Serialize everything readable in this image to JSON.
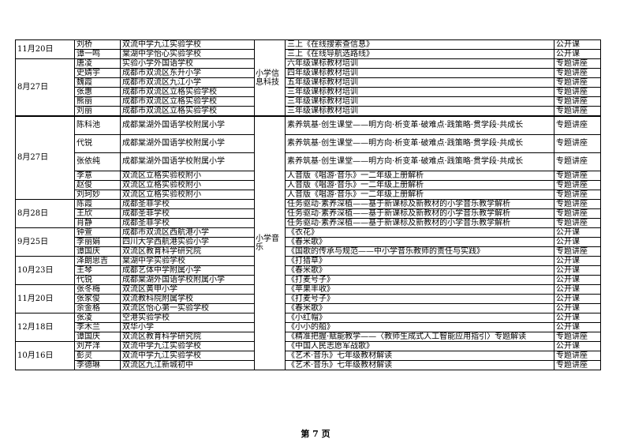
{
  "subjects": {
    "it": "小学信息科技",
    "music": "小学音乐"
  },
  "groups": [
    {
      "date": "11月20日",
      "subject_key": "it",
      "subject_start": true,
      "rows": [
        {
          "name": "刘桥",
          "school": "双流中学九江实验学校",
          "content": "三上《在线搜索查信息》",
          "type": "公开课"
        },
        {
          "name": "谭一鸣",
          "school": "棠湖中学怡心实验学校",
          "content": "三上《在线导航选路线》",
          "type": "公开课"
        }
      ]
    },
    {
      "date": "8月27日",
      "subject_key": "it",
      "rows": [
        {
          "name": "唐凌",
          "school": "实验小学外国语学校",
          "content": "六年级课标教材培训",
          "type": "专题讲座"
        },
        {
          "name": "史婧宇",
          "school": "成都市双流区东升小学",
          "content": "四年级课标教材培训",
          "type": "专题讲座"
        },
        {
          "name": "魏霞",
          "school": "成都市双流区九江小学",
          "content": "五年级课标教材培训",
          "type": "专题讲座"
        },
        {
          "name": "张惠",
          "school": "成都市双流区立格实验学校",
          "content": "三年级课标教材培训",
          "type": "专题讲座"
        },
        {
          "name": "熊丽",
          "school": "成都市双流区立格实验学校",
          "content": "三年级课标教材培训",
          "type": "专题讲座"
        },
        {
          "name": "刘丽",
          "school": "成都市双流区立格实验学校",
          "content": "三年级课标教材培训",
          "type": "专题讲座"
        }
      ]
    },
    {
      "date": "8月27日",
      "subject_key": "music",
      "subject_start": true,
      "thick": true,
      "rows": [
        {
          "name": "陈科池",
          "school": "成都棠湖外国语学校附属小学",
          "content": "素养筑基·创生课堂——明方向·析变革·破难点·践策略·贯学段·共成长",
          "type": "专题讲座",
          "tall": true
        },
        {
          "name": "代锐",
          "school": "成都棠湖外国语学校附属小学",
          "content": "素养筑基·创生课堂——明方向·析变革·破难点·践策略·贯学段·共成长",
          "type": "专题讲座",
          "tall": true
        },
        {
          "name": "张依纯",
          "school": "成都棠湖外国语学校附属小学",
          "content": "素养筑基·创生课堂——明方向·析变革·破难点·践策略·贯学段·共成长",
          "type": "专题讲座",
          "tall": true
        },
        {
          "name": "李意",
          "school": "双流区立格实验校附小",
          "content": "人音版《唱游·音乐》一二年级上册解析",
          "type": "专题讲座"
        },
        {
          "name": "赵俊",
          "school": "双流区立格实验校附小",
          "content": "人音版《唱游·音乐》一二年级上册解析",
          "type": "专题讲座"
        },
        {
          "name": "刘珂妙",
          "school": "双流区立格实验校附小",
          "content": "人音版《唱游·音乐》一二年级上册解析",
          "type": "专题讲座"
        }
      ]
    },
    {
      "date": "8月28日",
      "subject_key": "music",
      "rows": [
        {
          "name": "陈霞",
          "school": "成都圣菲学校",
          "content": "任务驱动·素养深植——基于新课标及新教材的小学音乐教学解析",
          "type": "专题讲座"
        },
        {
          "name": "王欣",
          "school": "成都圣菲学校",
          "content": "任务驱动·素养深植——基于新课标及新教材的小学音乐教学解析",
          "type": "专题讲座"
        },
        {
          "name": "肖静",
          "school": "成都圣菲学校",
          "content": "任务驱动·素养深植——基于新课标及新教材的小学音乐教学解析",
          "type": "专题讲座"
        }
      ]
    },
    {
      "date": "9月25日",
      "subject_key": "music",
      "rows": [
        {
          "name": "钟萱",
          "school": "成都市双流区西航港小学",
          "content": "《衣花》",
          "type": "公开课"
        },
        {
          "name": "李丽娟",
          "school": "四川大学西航港实验小学",
          "content": "《春米歌》",
          "type": "公开课"
        },
        {
          "name": "谭国庆",
          "school": "双流区教育科学研究院",
          "content": "《国歌的传承与规范——中小学音乐教师的责任与实践》",
          "type": "专题讲座"
        }
      ]
    },
    {
      "date": "10月23日",
      "subject_key": "music",
      "rows": [
        {
          "name": "泽朗思吉",
          "school": "棠湖中学实验学校",
          "content": "《打猎草》",
          "type": "公开课"
        },
        {
          "name": "王琴",
          "school": "成都艺体中学附属小学",
          "content": "《春米歌》",
          "type": "公开课"
        },
        {
          "name": "代锐",
          "school": "成都棠湖外国语学校附属小学",
          "content": "《打麦号子》",
          "type": "公开课"
        }
      ]
    },
    {
      "date": "11月20日",
      "subject_key": "music",
      "rows": [
        {
          "name": "张冬梅",
          "school": "双流区黄甲小学",
          "content": "《苹果丰收》",
          "type": "公开课"
        },
        {
          "name": "张家俊",
          "school": "双流教科院附属学校",
          "content": "《打麦号子》",
          "type": "公开课"
        },
        {
          "name": "余金格",
          "school": "双流区怡心第一实验学校",
          "content": "《春米歌》",
          "type": "公开课"
        }
      ]
    },
    {
      "date": "12月18日",
      "subject_key": "music",
      "rows": [
        {
          "name": "张凌",
          "school": "空港实验学校",
          "content": "《小红帽》",
          "type": "公开课"
        },
        {
          "name": "李木兰",
          "school": "双华小学",
          "content": "《小小的船》",
          "type": "公开课"
        },
        {
          "name": "谭国庆",
          "school": "双流区教育科学研究院",
          "content": "《精准把握·赋能教学——〈教师生成式人工智能应用指引〉专题解读",
          "type": "专题讲座"
        }
      ]
    },
    {
      "date": "10月16日",
      "subject_key": "music",
      "rows": [
        {
          "name": "刘芹洋",
          "school": "双流中学九江实验学校",
          "content": "《中国人民志愿军战歌》",
          "type": "公开课"
        },
        {
          "name": "彭灵",
          "school": "双流中学九江实验学校",
          "content": "《艺术·音乐》七年级教材解读",
          "type": "专题讲座"
        },
        {
          "name": "李德琳",
          "school": "双流区九江新城初中",
          "content": "《艺术·音乐》七年级教材解读",
          "type": "专题讲座"
        }
      ]
    }
  ],
  "page_label": "第 7 页"
}
